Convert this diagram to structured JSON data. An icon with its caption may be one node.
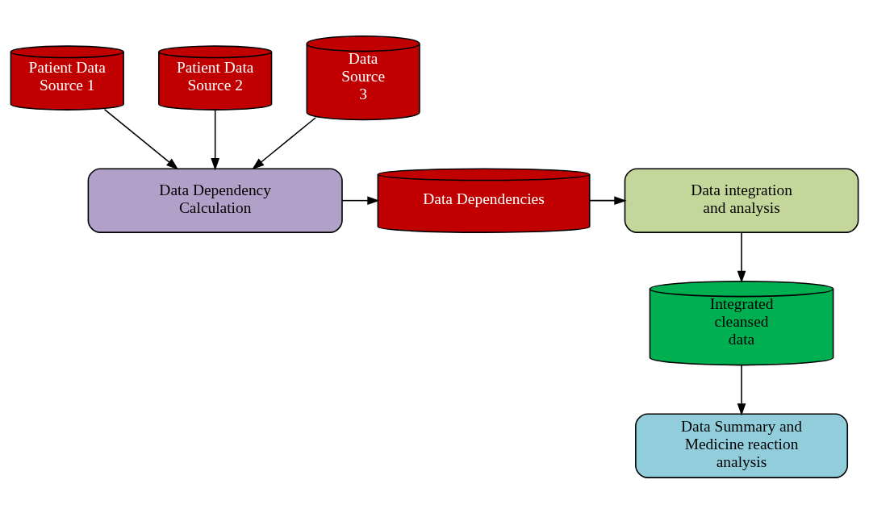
{
  "diagram": {
    "nodes": [
      {
        "text": [
          "Patient Data Source 1"
        ]
      },
      {
        "text": [
          "Patient Data Source 2"
        ]
      },
      {
        "text": [
          "Data Source 3"
        ]
      },
      {
        "text": [
          "Data Dependency Calculation"
        ]
      },
      {
        "text": [
          "Data Dependencies"
        ]
      },
      {
        "text": [
          "Data integration and analysis"
        ]
      },
      {
        "text": [
          "Integrated cleansed data"
        ]
      },
      {
        "text": [
          "Data Summary and Medicine reaction analysis"
        ]
      }
    ],
    "edges": [
      {
        "from": 0,
        "to": 3,
        "arrow": "to"
      },
      {
        "from": 1,
        "to": 3,
        "arrow": "to"
      },
      {
        "from": 2,
        "to": 3,
        "arrow": "to"
      },
      {
        "from": 3,
        "to": 4,
        "arrow": "to"
      },
      {
        "from": 4,
        "to": 5,
        "arrow": "to"
      },
      {
        "from": 5,
        "to": 6,
        "arrow": "to"
      },
      {
        "from": 6,
        "to": 7,
        "arrow": "to"
      }
    ]
  }
}
